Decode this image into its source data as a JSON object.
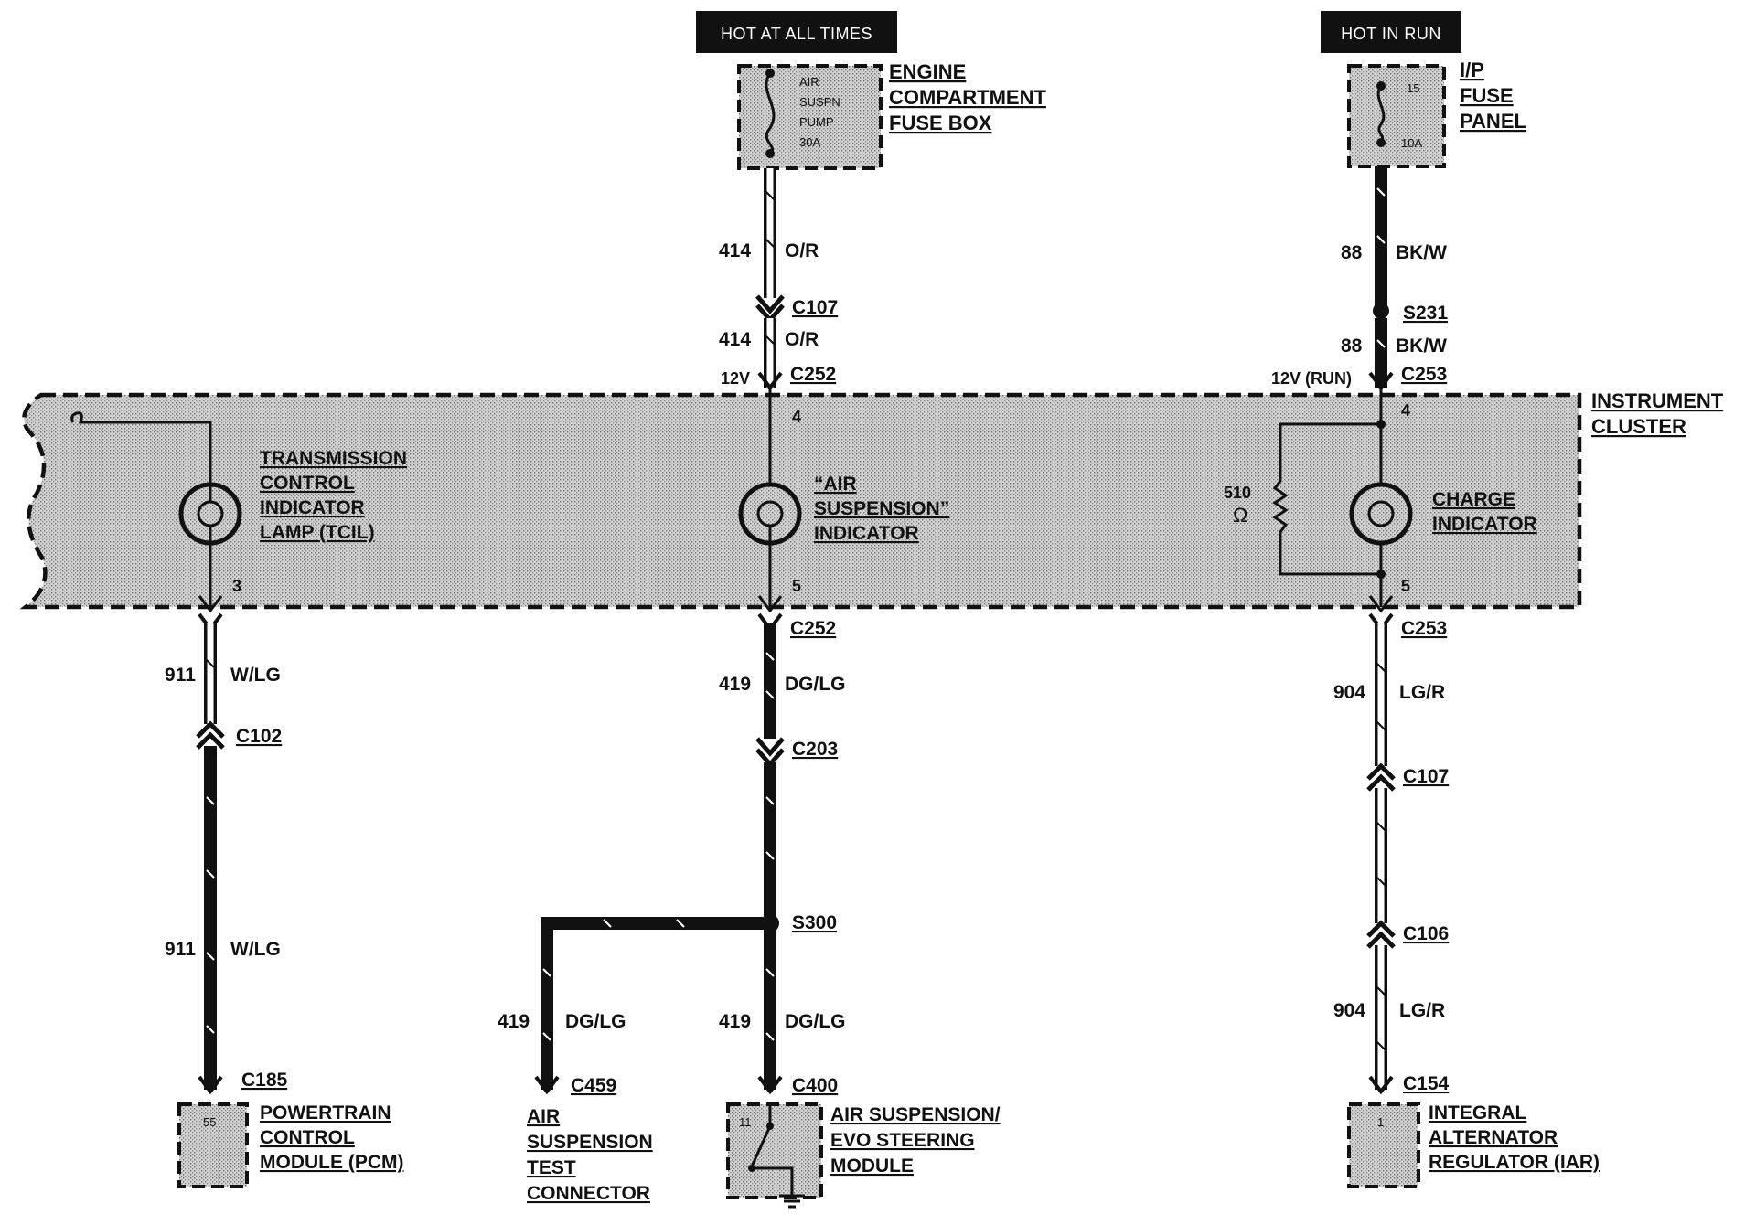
{
  "power": {
    "hot_at_all_times": "HOT AT ALL TIMES",
    "hot_in_run": "HOT IN RUN"
  },
  "fuse_boxes": {
    "engine": {
      "name_lines": [
        "ENGINE",
        "COMPARTMENT",
        "FUSE BOX"
      ],
      "fuse_lines": [
        "AIR",
        "SUSPN",
        "PUMP",
        "30A"
      ]
    },
    "ip": {
      "name_lines": [
        "I/P",
        "FUSE",
        "PANEL"
      ],
      "fuse_number": "15",
      "fuse_rating": "10A"
    }
  },
  "instrument_cluster": {
    "name_lines": [
      "INSTRUMENT",
      "CLUSTER"
    ],
    "tcil": {
      "lines": [
        "TRANSMISSION",
        "CONTROL",
        "INDICATOR",
        "LAMP (TCIL)"
      ],
      "pin_bottom": "3"
    },
    "air_susp": {
      "lines": [
        "“AIR",
        "SUSPENSION”",
        "INDICATOR"
      ],
      "pin_top": "4",
      "pin_bottom": "5"
    },
    "charge": {
      "lines": [
        "CHARGE",
        "INDICATOR"
      ],
      "pin_top": "4",
      "pin_bottom": "5"
    },
    "resistor": {
      "value": "510",
      "unit": "Ω"
    }
  },
  "wires": {
    "w414": {
      "circuit": "414",
      "color": "O/R"
    },
    "w88": {
      "circuit": "88",
      "color": "BK/W"
    },
    "w911": {
      "circuit": "911",
      "color": "W/LG"
    },
    "w419": {
      "circuit": "419",
      "color": "DG/LG"
    },
    "w904": {
      "circuit": "904",
      "color": "LG/R"
    }
  },
  "voltages": {
    "v12": "12V",
    "v12run": "12V (RUN)"
  },
  "connectors": {
    "c107": "C107",
    "c252": "C252",
    "c253": "C253",
    "s231": "S231",
    "c102": "C102",
    "c203": "C203",
    "s300": "S300",
    "c106": "C106",
    "c185": "C185",
    "c459": "C459",
    "c400": "C400",
    "c154": "C154"
  },
  "modules": {
    "pcm": {
      "lines": [
        "POWERTRAIN",
        "CONTROL",
        "MODULE (PCM)"
      ],
      "pin": "55"
    },
    "test_connector": {
      "lines": [
        "AIR",
        "SUSPENSION",
        "TEST",
        "CONNECTOR"
      ]
    },
    "evo": {
      "lines": [
        "AIR SUSPENSION/",
        "EVO STEERING",
        "MODULE"
      ],
      "pin": "11"
    },
    "iar": {
      "lines": [
        "INTEGRAL",
        "ALTERNATOR",
        "REGULATOR (IAR)"
      ],
      "pin": "1"
    }
  },
  "colors": {
    "ink": "#111111",
    "shade": "#c8c8c8",
    "header_bg": "#111111",
    "header_text": "#ffffff"
  }
}
